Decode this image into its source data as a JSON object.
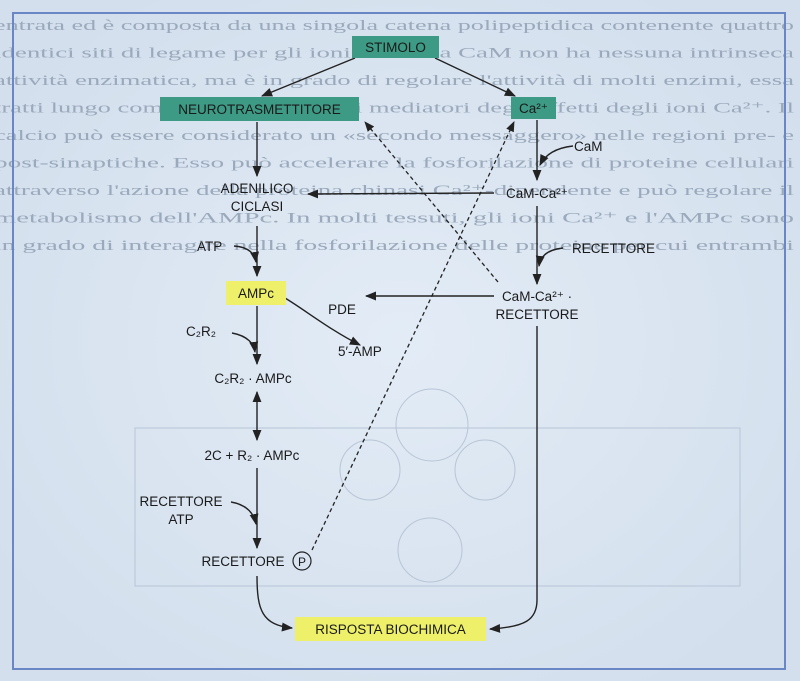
{
  "colors": {
    "page_bg": "#d9e4f0",
    "frame": "#6b86c4",
    "green_box": "#3d9a85",
    "yellow_box": "#eef06a",
    "ghost_text": "#9aa9bb"
  },
  "background_text": [
    "entrata ed è composta da una singola catena polipeptidica contenente quattro",
    "identici siti di legame per gli ioni Ca²⁺. La CaM non ha nessuna intrinseca",
    "attività enzimatica, ma è in grado di regolare l'attività di molti enzimi, essa",
    "tratti lungo come uno dei maggiori mediatori degli effetti degli ioni Ca²⁺. Il",
    "calcio può essere considerato un «secondo messaggero» nelle regioni pre- e",
    "post-sinaptiche. Esso può accelerare la fosforilazione di proteine cellulari",
    "attraverso l'azione della proteina chinasi Ca²⁺-dipendente e può regolare il",
    "metabolismo dell'AMPc. In molti tessuti, gli ioni Ca²⁺ e l'AMPc sono",
    "in grado di interagire nella fosforilazione delle proteine per cui entrambi"
  ],
  "diagram": {
    "stimolo": "STIMOLO",
    "neurotrasmettitore": "NEUROTRASMETTITORE",
    "ca": "Ca²⁺",
    "cam": "CaM",
    "cam_ca": "CaM-Ca²⁺",
    "adenilico_1": "ADENILICO",
    "adenilico_2": "CICLASI",
    "atp": "ATP",
    "recettore_right": "RECETTORE",
    "ampc": "AMPc",
    "pde": "PDE",
    "cam_ca_rec_1": "CaM-Ca²⁺ ·",
    "cam_ca_rec_2": "RECETTORE",
    "c2r2": "C₂R₂",
    "five_amp": "5′-AMP",
    "c2r2_ampc": "C₂R₂ · AMPc",
    "two_c_r2": "2C + R₂ · AMPc",
    "recettore_atp_1": "RECETTORE",
    "recettore_atp_2": "ATP",
    "recettore_p": "RECETTORE",
    "p_symbol": "P",
    "risposta": "RISPOSTA BIOCHIMICA"
  }
}
